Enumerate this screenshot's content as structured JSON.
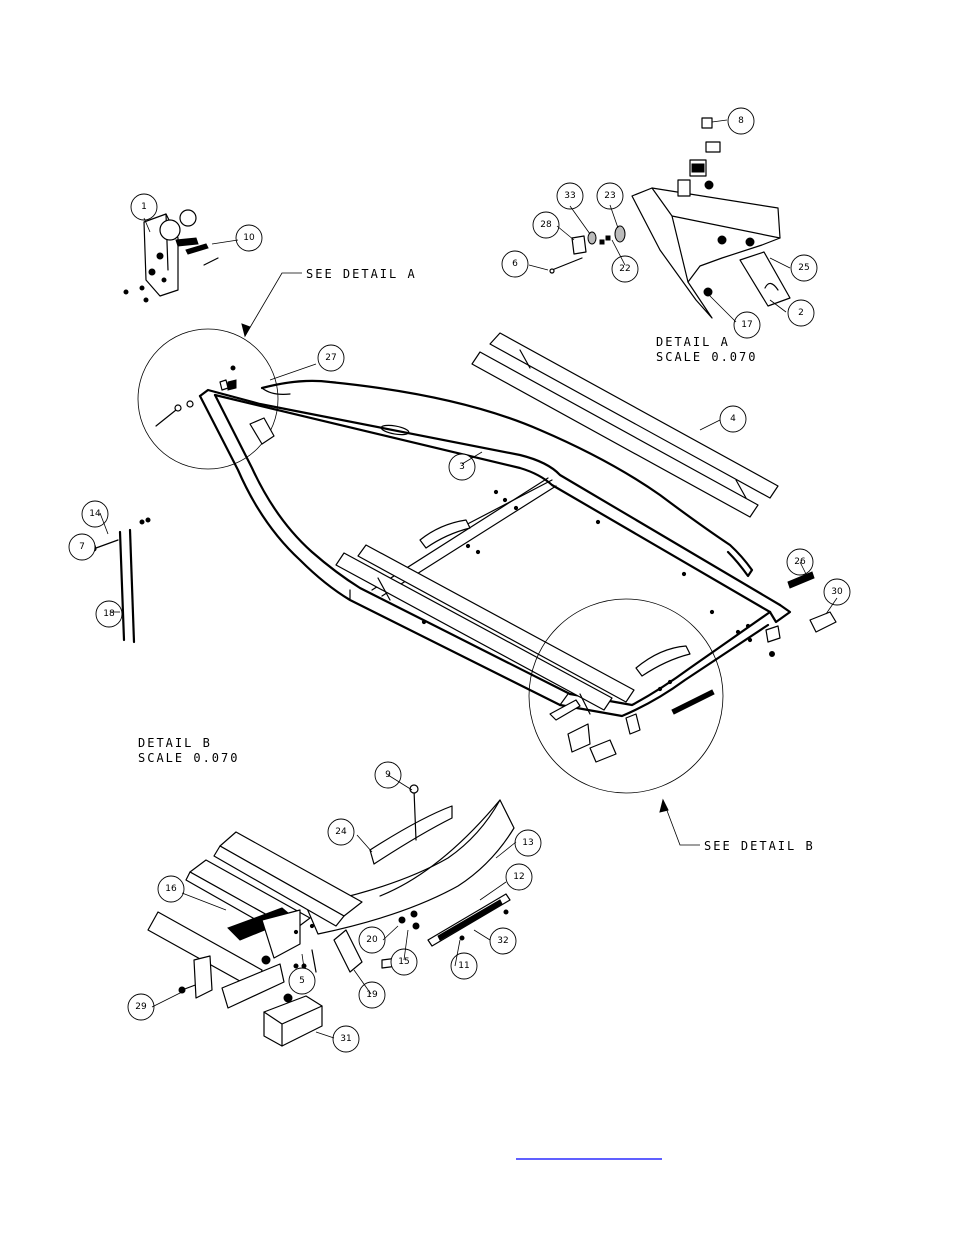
{
  "labels": {
    "see_detail_a": "SEE DETAIL  A",
    "see_detail_b": "SEE DETAIL  B",
    "detail_a_title": "DETAIL  A",
    "detail_a_scale": "SCALE  0.070",
    "detail_b_title": "DETAIL  B",
    "detail_b_scale": "SCALE  0.070"
  },
  "balloons": [
    "1",
    "2",
    "3",
    "4",
    "5",
    "6",
    "7",
    "8",
    "9",
    "10",
    "11",
    "12",
    "13",
    "14",
    "15",
    "16",
    "17",
    "18",
    "19",
    "20",
    "22",
    "23",
    "24",
    "25",
    "26",
    "27",
    "28",
    "29",
    "30",
    "31",
    "32",
    "33"
  ],
  "colors": {
    "line": "#000000",
    "background": "#ffffff",
    "link": "#0000ff"
  }
}
